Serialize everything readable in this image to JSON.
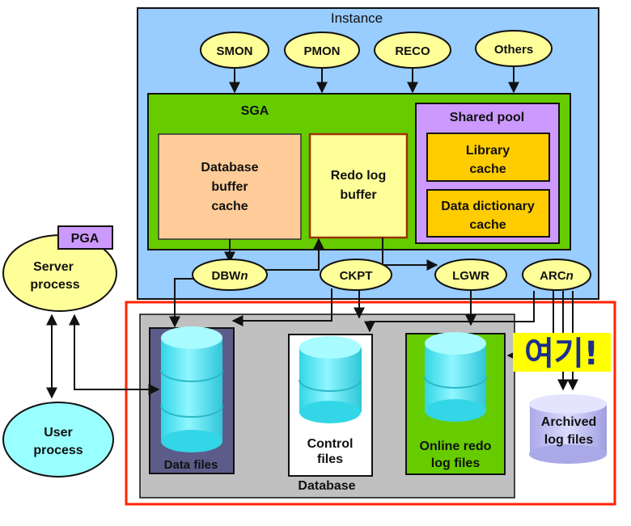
{
  "instance": {
    "title": "Instance"
  },
  "processes": {
    "smon": "SMON",
    "pmon": "PMON",
    "reco": "RECO",
    "others": "Others"
  },
  "sga": {
    "title": "SGA",
    "db_buffer_cache": [
      "Database",
      "buffer",
      "cache"
    ],
    "redo_log_buffer": [
      "Redo log",
      "buffer"
    ],
    "shared_pool": {
      "title": "Shared pool",
      "library_cache": [
        "Library",
        "cache"
      ],
      "data_dictionary_cache": [
        "Data dictionary",
        "cache"
      ]
    }
  },
  "background": {
    "dbwn_prefix": "DBW",
    "dbwn_suffix": "n",
    "ckpt": "CKPT",
    "lgwr": "LGWR",
    "arcn_prefix": "ARC",
    "arcn_suffix": "n"
  },
  "pga": "PGA",
  "server_process": [
    "Server",
    "process"
  ],
  "user_process": [
    "User",
    "process"
  ],
  "database": {
    "title": "Database",
    "data_files": "Data files",
    "control_files": [
      "Control",
      "files"
    ],
    "online_redo": [
      "Online redo",
      "log files"
    ]
  },
  "archived": [
    "Archived",
    "log files"
  ],
  "highlight": "여기!",
  "colors": {
    "instance_bg": "#99ccff",
    "sga_bg": "#66cc00",
    "db_buffer_bg": "#ffcc99",
    "redo_buffer_bg": "#ffff99",
    "shared_pool_bg": "#cc99ff",
    "cache_bg": "#ffcc00",
    "process_oval": "#ffff99",
    "database_bg": "#c0c0c0",
    "cylinder": "#66ffff",
    "highlight_bg": "#ffff00",
    "highlight_text": "#1a2f8c",
    "red_frame": "#ff2200"
  }
}
